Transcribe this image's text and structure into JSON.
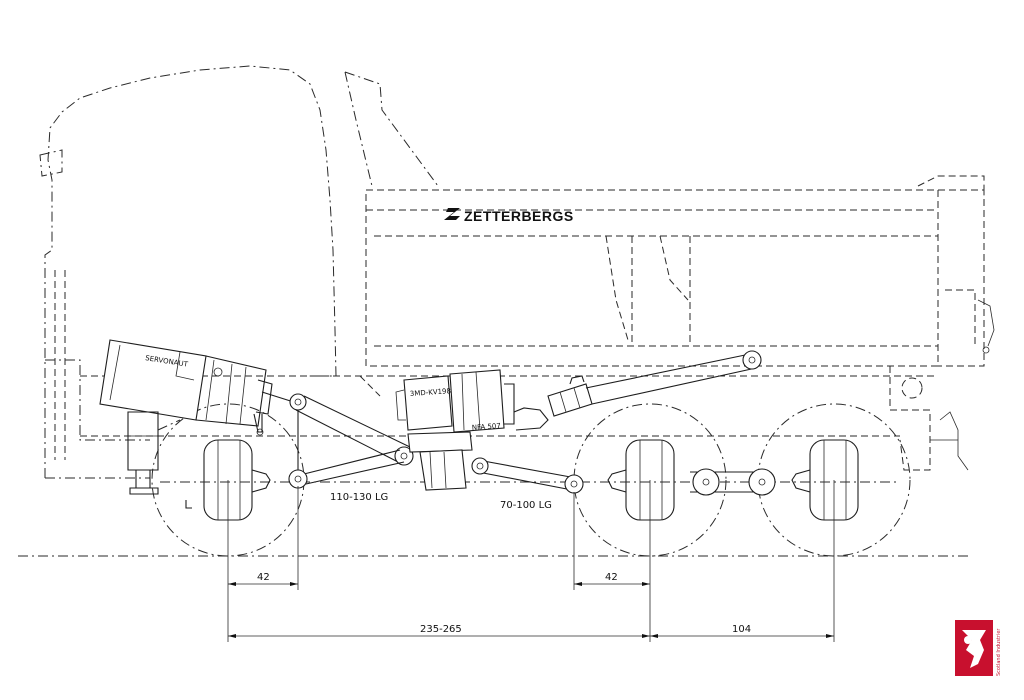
{
  "drawing": {
    "brand_text": "ZETTERBERGS",
    "servo_label": "SERVONAUT",
    "pump_label_1": "3MD-KV198",
    "pump_label_2": "NFA 507",
    "link1_range": "110-130 LG",
    "link2_range": "70-100 LG",
    "dim_front_offset": "42",
    "dim_rear_offset": "42",
    "dim_wheelbase": "235-265",
    "dim_tandem": "104"
  },
  "logo": {
    "caption": "Scotland Industrier",
    "accent_color": "#c8102e"
  }
}
